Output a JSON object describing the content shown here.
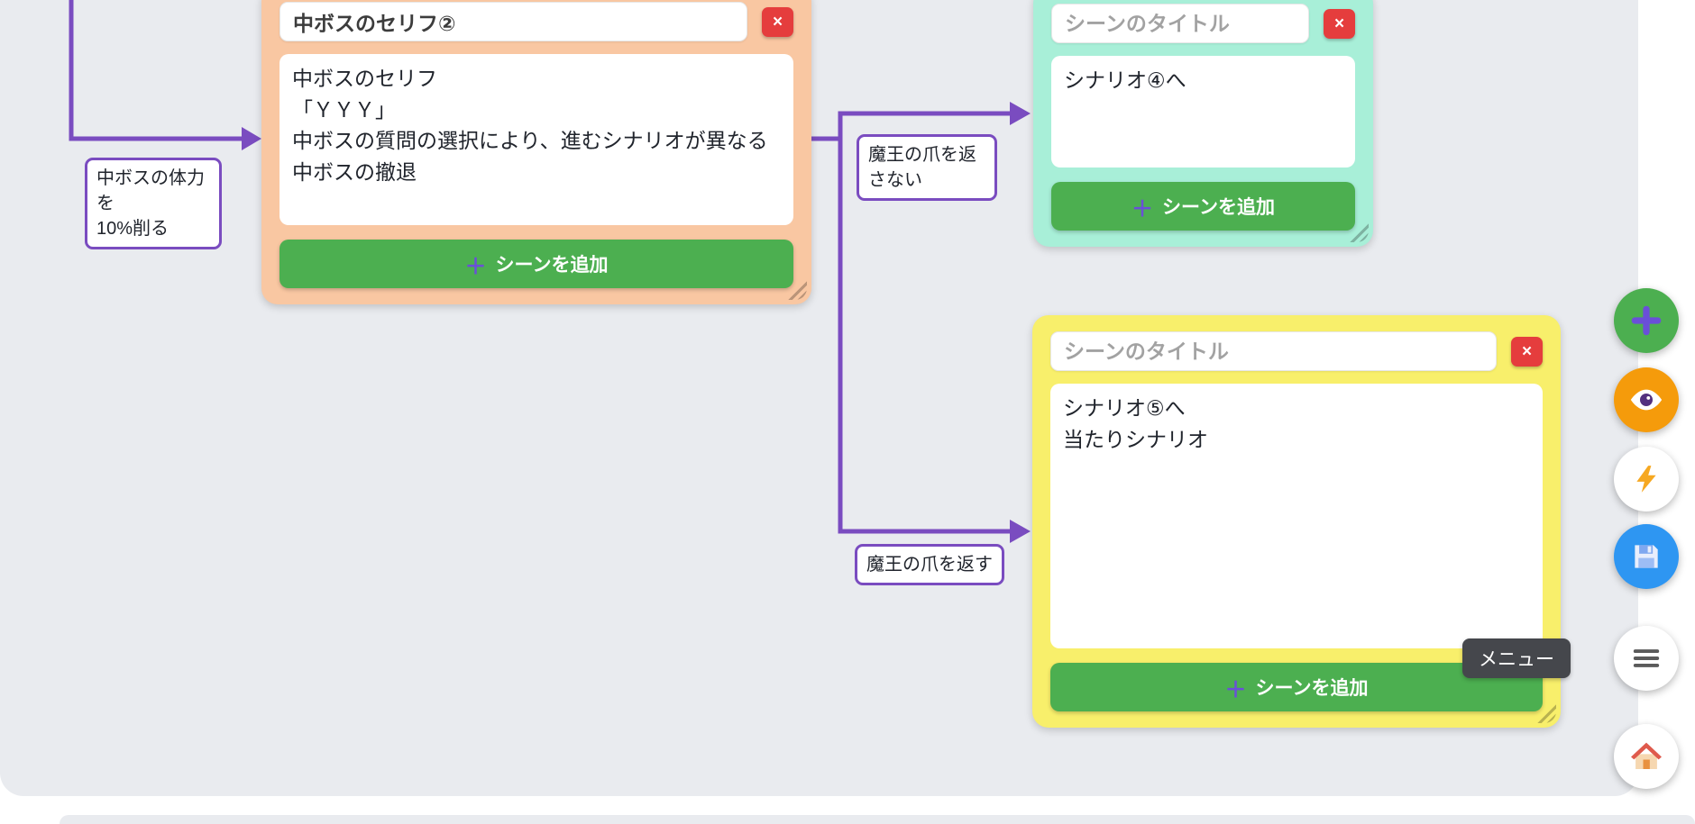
{
  "ui": {
    "plus": "＋",
    "close": "×",
    "add_scene_label": "シーンを追加",
    "accent_purple": "#7a4cc0",
    "button_green": "#4caf50",
    "close_red": "#e53d3d"
  },
  "nodes": [
    {
      "title": "中ボスのセリフ②",
      "body": "中ボスのセリフ\n「ＹＹＹ」\n中ボスの質問の選択により、進むシナリオが異なる\n中ボスの撤退",
      "color": "#f9c7a2"
    },
    {
      "title_placeholder": "シーンのタイトル",
      "body": "シナリオ④へ",
      "color": "#a8efd8"
    },
    {
      "title_placeholder": "シーンのタイトル",
      "body": "シナリオ⑤へ\n当たりシナリオ",
      "color": "#f8ef6b"
    }
  ],
  "edge_labels": [
    "中ボスの体力を\n10%削る",
    "魔王の爪を返さない",
    "魔王の爪を返す"
  ],
  "fab": [
    {
      "name": "add",
      "icon": "plus-icon",
      "color": "#4caf50"
    },
    {
      "name": "eye",
      "icon": "eye-icon",
      "color": "#f59b0b"
    },
    {
      "name": "bolt",
      "icon": "lightning-icon",
      "color": "#ffffff"
    },
    {
      "name": "save",
      "icon": "save-icon",
      "color": "#2e96f2"
    },
    {
      "name": "menu",
      "icon": "menu-icon",
      "color": "#ffffff"
    },
    {
      "name": "home",
      "icon": "home-icon",
      "color": "#ffffff"
    }
  ],
  "tooltip": "メニュー"
}
